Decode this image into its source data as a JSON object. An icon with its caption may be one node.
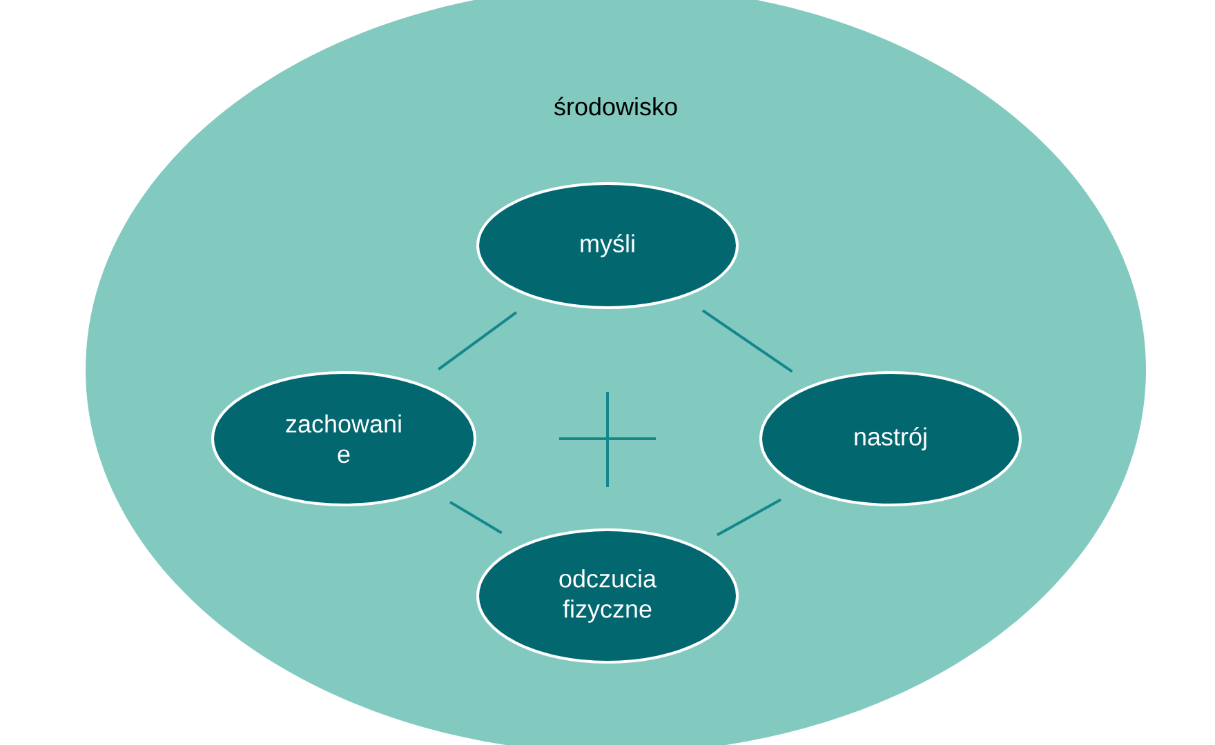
{
  "diagram": {
    "nodes": [
      {
        "text": [
          "środowisko"
        ]
      },
      {
        "text": [
          "myśli"
        ],
        "in": 0
      },
      {
        "text": [
          "zachowani e"
        ],
        "in": 0
      },
      {
        "text": [
          "nastrój"
        ],
        "in": 0
      },
      {
        "text": [
          "odczucia fizyczne"
        ],
        "in": 0
      }
    ],
    "edges": [
      {
        "from": 1,
        "to": 3,
        "arrow": "none"
      },
      {
        "from": 3,
        "to": 4,
        "arrow": "none"
      },
      {
        "from": 4,
        "to": 2,
        "arrow": "none"
      },
      {
        "from": 2,
        "to": 1,
        "arrow": "none"
      }
    ]
  }
}
